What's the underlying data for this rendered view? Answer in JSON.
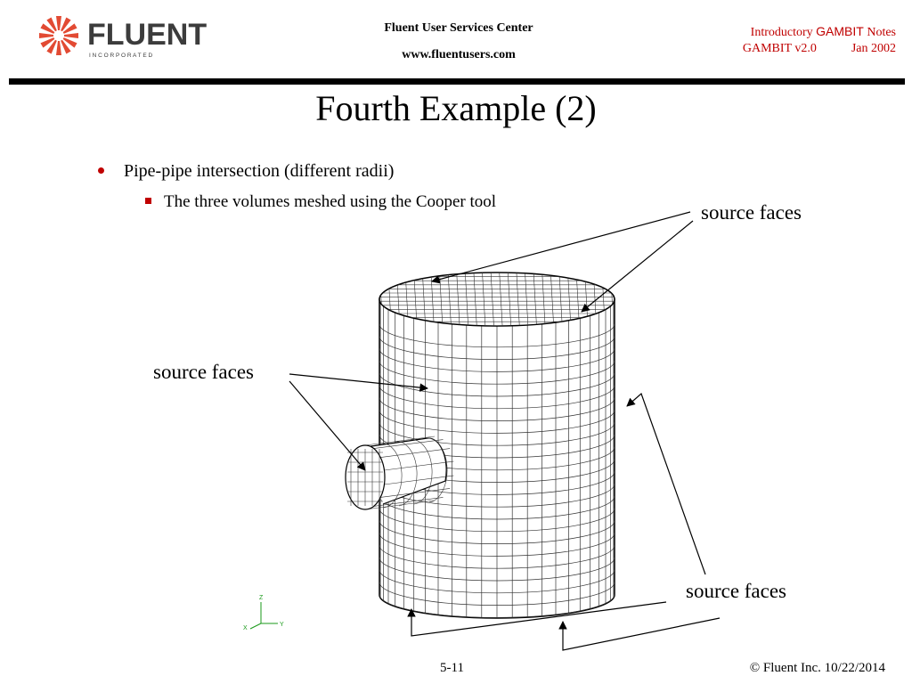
{
  "header": {
    "logo": {
      "text": "FLUENT",
      "sub": "I N C O R P O R A T E D"
    },
    "center_line1": "Fluent User Services Center",
    "center_line2": "www.fluentusers.com",
    "right_line1_a": "Introductory",
    "right_line1_b": "GAMBIT",
    "right_line1_c": "Notes",
    "right_line2_a": "GAMBIT v2.0",
    "right_line2_b": "Jan 2002"
  },
  "slide": {
    "title": "Fourth Example (2)",
    "bullet1": "Pipe-pipe intersection (different radii)",
    "bullet2": "The three volumes meshed using the Cooper tool"
  },
  "figure": {
    "callout_top": "source faces",
    "callout_left": "source faces",
    "callout_bottom": "source faces",
    "axes": {
      "z": "Z",
      "x": "X",
      "y": "Y"
    }
  },
  "footer": {
    "page": "5-11",
    "copyright": "© Fluent Inc. 10/22/2014"
  },
  "colors": {
    "accent": "#c00000",
    "rule": "#000000",
    "axes": "#1a9a1a"
  }
}
